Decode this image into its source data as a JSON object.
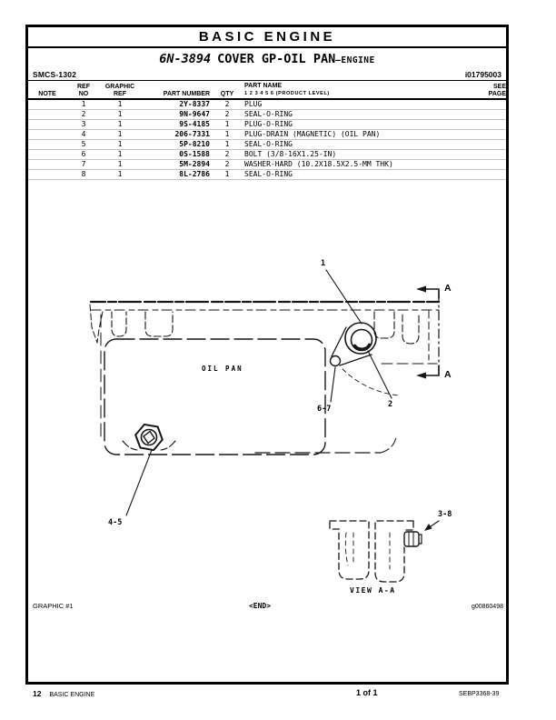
{
  "header": {
    "title": "BASIC ENGINE"
  },
  "doc": {
    "part_number": "6N-3894",
    "title": "COVER GP-OIL PAN",
    "subtitle": "–ENGINE",
    "smcs": "SMCS-1302",
    "id": "i01795003"
  },
  "table": {
    "headers": {
      "note": "NOTE",
      "ref_line1": "REF",
      "ref_line2": "NO",
      "graphic_line1": "GRAPHIC",
      "graphic_line2": "REF",
      "part_number": "PART NUMBER",
      "qty": "QTY",
      "part_name": "PART NAME",
      "product_level": "1  2  3  4  5  6  (PRODUCT LEVEL)",
      "see_line1": "SEE",
      "see_line2": "PAGE"
    },
    "rows": [
      {
        "note": "",
        "ref_no": "1",
        "graphic_ref": "1",
        "part_number": "2Y-8337",
        "qty": "2",
        "part_name": "PLUG",
        "see_page": ""
      },
      {
        "note": "",
        "ref_no": "2",
        "graphic_ref": "1",
        "part_number": "9N-9647",
        "qty": "2",
        "part_name": "SEAL-O-RING",
        "see_page": ""
      },
      {
        "note": "",
        "ref_no": "3",
        "graphic_ref": "1",
        "part_number": "9S-4185",
        "qty": "1",
        "part_name": "PLUG-O-RING",
        "see_page": ""
      },
      {
        "note": "",
        "ref_no": "4",
        "graphic_ref": "1",
        "part_number": "206-7331",
        "qty": "1",
        "part_name": "PLUG-DRAIN (MAGNETIC) (OIL PAN)",
        "see_page": ""
      },
      {
        "note": "",
        "ref_no": "5",
        "graphic_ref": "1",
        "part_number": "5P-8210",
        "qty": "1",
        "part_name": "SEAL-O-RING",
        "see_page": ""
      },
      {
        "note": "",
        "ref_no": "6",
        "graphic_ref": "1",
        "part_number": "0S-1588",
        "qty": "2",
        "part_name": "BOLT (3/8-16X1.25-IN)",
        "see_page": ""
      },
      {
        "note": "",
        "ref_no": "7",
        "graphic_ref": "1",
        "part_number": "5M-2894",
        "qty": "2",
        "part_name": "WASHER-HARD (10.2X18.5X2.5-MM THK)",
        "see_page": ""
      },
      {
        "note": "",
        "ref_no": "8",
        "graphic_ref": "1",
        "part_number": "8L-2786",
        "qty": "1",
        "part_name": "SEAL-O-RING",
        "see_page": ""
      }
    ]
  },
  "diagram": {
    "oil_pan_label": "OIL PAN",
    "view_label": "VIEW A-A",
    "section_letter": "A",
    "callouts": {
      "plug": "1",
      "seal": "2",
      "drain_plug": "4-5",
      "bolt_washer": "6-7",
      "plug_seal": "3-8"
    },
    "graphic_label": "GRAPHIC #1",
    "end_marker": "<END>",
    "graphic_id": "g00860498"
  },
  "footer": {
    "page_number": "12",
    "section": "BASIC ENGINE",
    "page_of": "1 of 1",
    "doc_code": "SEBP3368-39"
  },
  "colors": {
    "ink": "#000000",
    "row_divider": "#c4c4c4"
  }
}
